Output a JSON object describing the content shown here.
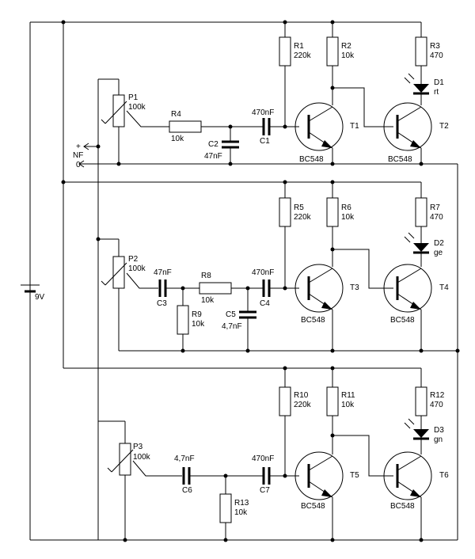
{
  "labels": {
    "R1": {
      "name": "R1",
      "value": "220k"
    },
    "R2": {
      "name": "R2",
      "value": "10k"
    },
    "R3": {
      "name": "R3",
      "value": "470"
    },
    "D1": {
      "name": "D1",
      "value": "rt"
    },
    "P1": {
      "name": "P1",
      "value": "100k"
    },
    "R4": {
      "name": "R4",
      "value": "10k"
    },
    "C1": {
      "name": "C1",
      "value": "470nF"
    },
    "C2": {
      "name": "C2",
      "value": "47nF"
    },
    "T1": {
      "name": "T1",
      "type": "BC548"
    },
    "T2": {
      "name": "T2",
      "type": "BC548"
    },
    "R5": {
      "name": "R5",
      "value": "220k"
    },
    "R6": {
      "name": "R6",
      "value": "10k"
    },
    "R7": {
      "name": "R7",
      "value": "470"
    },
    "D2": {
      "name": "D2",
      "value": "ge"
    },
    "P2": {
      "name": "P2",
      "value": "100k"
    },
    "C3": {
      "name": "C3",
      "value": "47nF"
    },
    "R8": {
      "name": "R8",
      "value": "10k"
    },
    "R9": {
      "name": "R9",
      "value": "10k"
    },
    "C4": {
      "name": "C4",
      "value": "470nF"
    },
    "C5": {
      "name": "C5",
      "value": "4,7nF"
    },
    "T3": {
      "name": "T3",
      "type": "BC548"
    },
    "T4": {
      "name": "T4",
      "type": "BC548"
    },
    "R10": {
      "name": "R10",
      "value": "220k"
    },
    "R11": {
      "name": "R11",
      "value": "10k"
    },
    "R12": {
      "name": "R12",
      "value": "470"
    },
    "D3": {
      "name": "D3",
      "value": "gn"
    },
    "P3": {
      "name": "P3",
      "value": "100k"
    },
    "C6": {
      "name": "C6",
      "value": "4,7nF"
    },
    "C7": {
      "name": "C7",
      "value": "470nF"
    },
    "R13": {
      "name": "R13",
      "value": "10k"
    },
    "T5": {
      "name": "T5",
      "type": "BC548"
    },
    "T6": {
      "name": "T6",
      "type": "BC548"
    },
    "BAT": {
      "value": "9V"
    },
    "input": {
      "name": "NF",
      "plus": "+",
      "zero": "0"
    }
  }
}
